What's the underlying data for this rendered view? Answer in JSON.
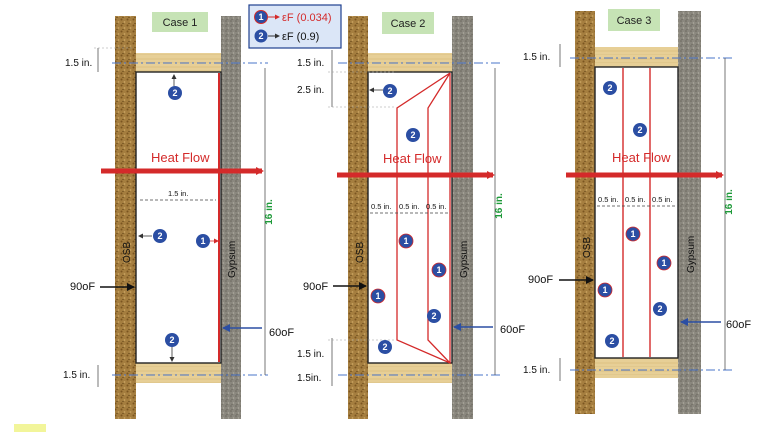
{
  "legend": {
    "item1_badge": "1",
    "item1_text": "εF (0.034)",
    "item2_badge": "2",
    "item2_text": "εF (0.9)"
  },
  "colors": {
    "osb_brown": "#a57e3f",
    "gypsum_gray": "#8a877e",
    "wood_tan": "#e7cf96",
    "heat_red": "#d42a2a",
    "badge_blue": "#2b4ea3",
    "title_green_bg": "#c6e3b5",
    "dim_green": "#1f9a3a"
  },
  "icons": [
    "heat-flow-arrow",
    "node-badge-1",
    "node-badge-2",
    "dimension-arrow"
  ],
  "common": {
    "heat_flow": "Heat Flow",
    "osb": "OSB",
    "gypsum": "Gypsum",
    "hot_temp": "90oF",
    "cold_temp": "60oF",
    "height": "16 in.",
    "badge1": "1",
    "badge2": "2"
  },
  "case1": {
    "title": "Case 1",
    "top_dim": "1.5 in.",
    "bottom_dim": "1.5 in.",
    "width_dim": "1.5 in."
  },
  "case2": {
    "title": "Case 2",
    "top_dim": "1.5 in.",
    "second_dim": "2.5 in.",
    "bottom_dim_a": "1.5 in.",
    "bottom_dim_b": "1.5in.",
    "gap_a": "0.5 in.",
    "gap_b": "0.5 in.",
    "gap_c": "0.5 in."
  },
  "case3": {
    "title": "Case 3",
    "top_dim": "1.5 in.",
    "bottom_dim": "1.5 in.",
    "gap_a": "0.5 in.",
    "gap_b": "0.5 in.",
    "gap_c": "0.5 in."
  }
}
